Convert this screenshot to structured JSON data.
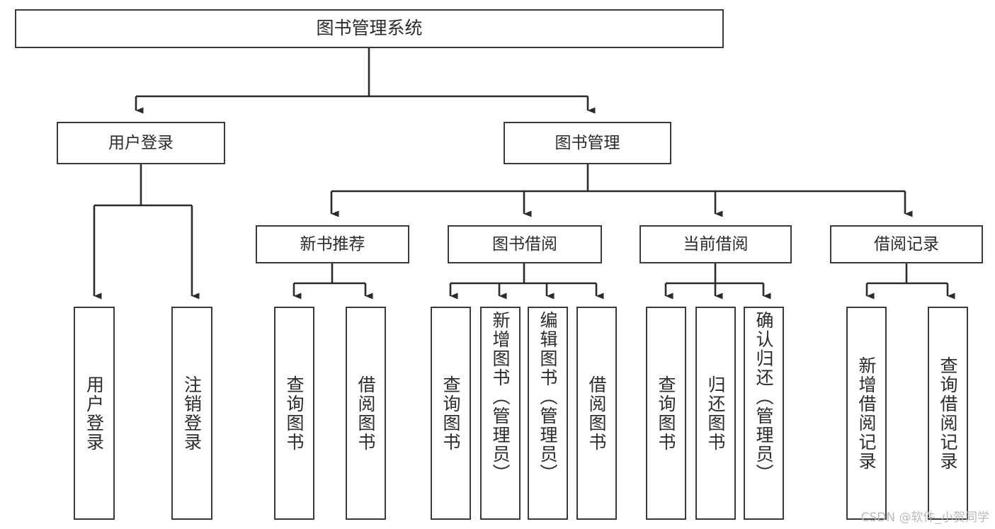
{
  "diagram": {
    "title": "图书管理系统",
    "watermark": "CSDN @软件_小贺同学",
    "root": {
      "label": "图书管理系统"
    },
    "level1": [
      {
        "label": "用户登录"
      },
      {
        "label": "图书管理"
      }
    ],
    "level2": [
      {
        "label": "新书推荐"
      },
      {
        "label": "图书借阅"
      },
      {
        "label": "当前借阅"
      },
      {
        "label": "借阅记录"
      }
    ],
    "leaves": {
      "user_login": [
        {
          "label": "用户登录"
        },
        {
          "label": "注销登录"
        }
      ],
      "new_book_recommend": [
        {
          "label": "查询图书"
        },
        {
          "label": "借阅图书"
        }
      ],
      "book_borrow": [
        {
          "label": "查询图书"
        },
        {
          "label": "新增图书（管理员）"
        },
        {
          "label": "编辑图书（管理员）"
        },
        {
          "label": "借阅图书"
        }
      ],
      "current_borrow": [
        {
          "label": "查询图书"
        },
        {
          "label": "归还图书"
        },
        {
          "label": "确认归还（管理员）"
        }
      ],
      "borrow_record": [
        {
          "label": "新增借阅记录"
        },
        {
          "label": "查询借阅记录"
        }
      ]
    },
    "colors": {
      "box_border": "#3a3a3a",
      "connector": "#2b2b2b",
      "background": "#ffffff",
      "text": "#2b2b2b",
      "watermark": "#b9b9b9"
    }
  }
}
